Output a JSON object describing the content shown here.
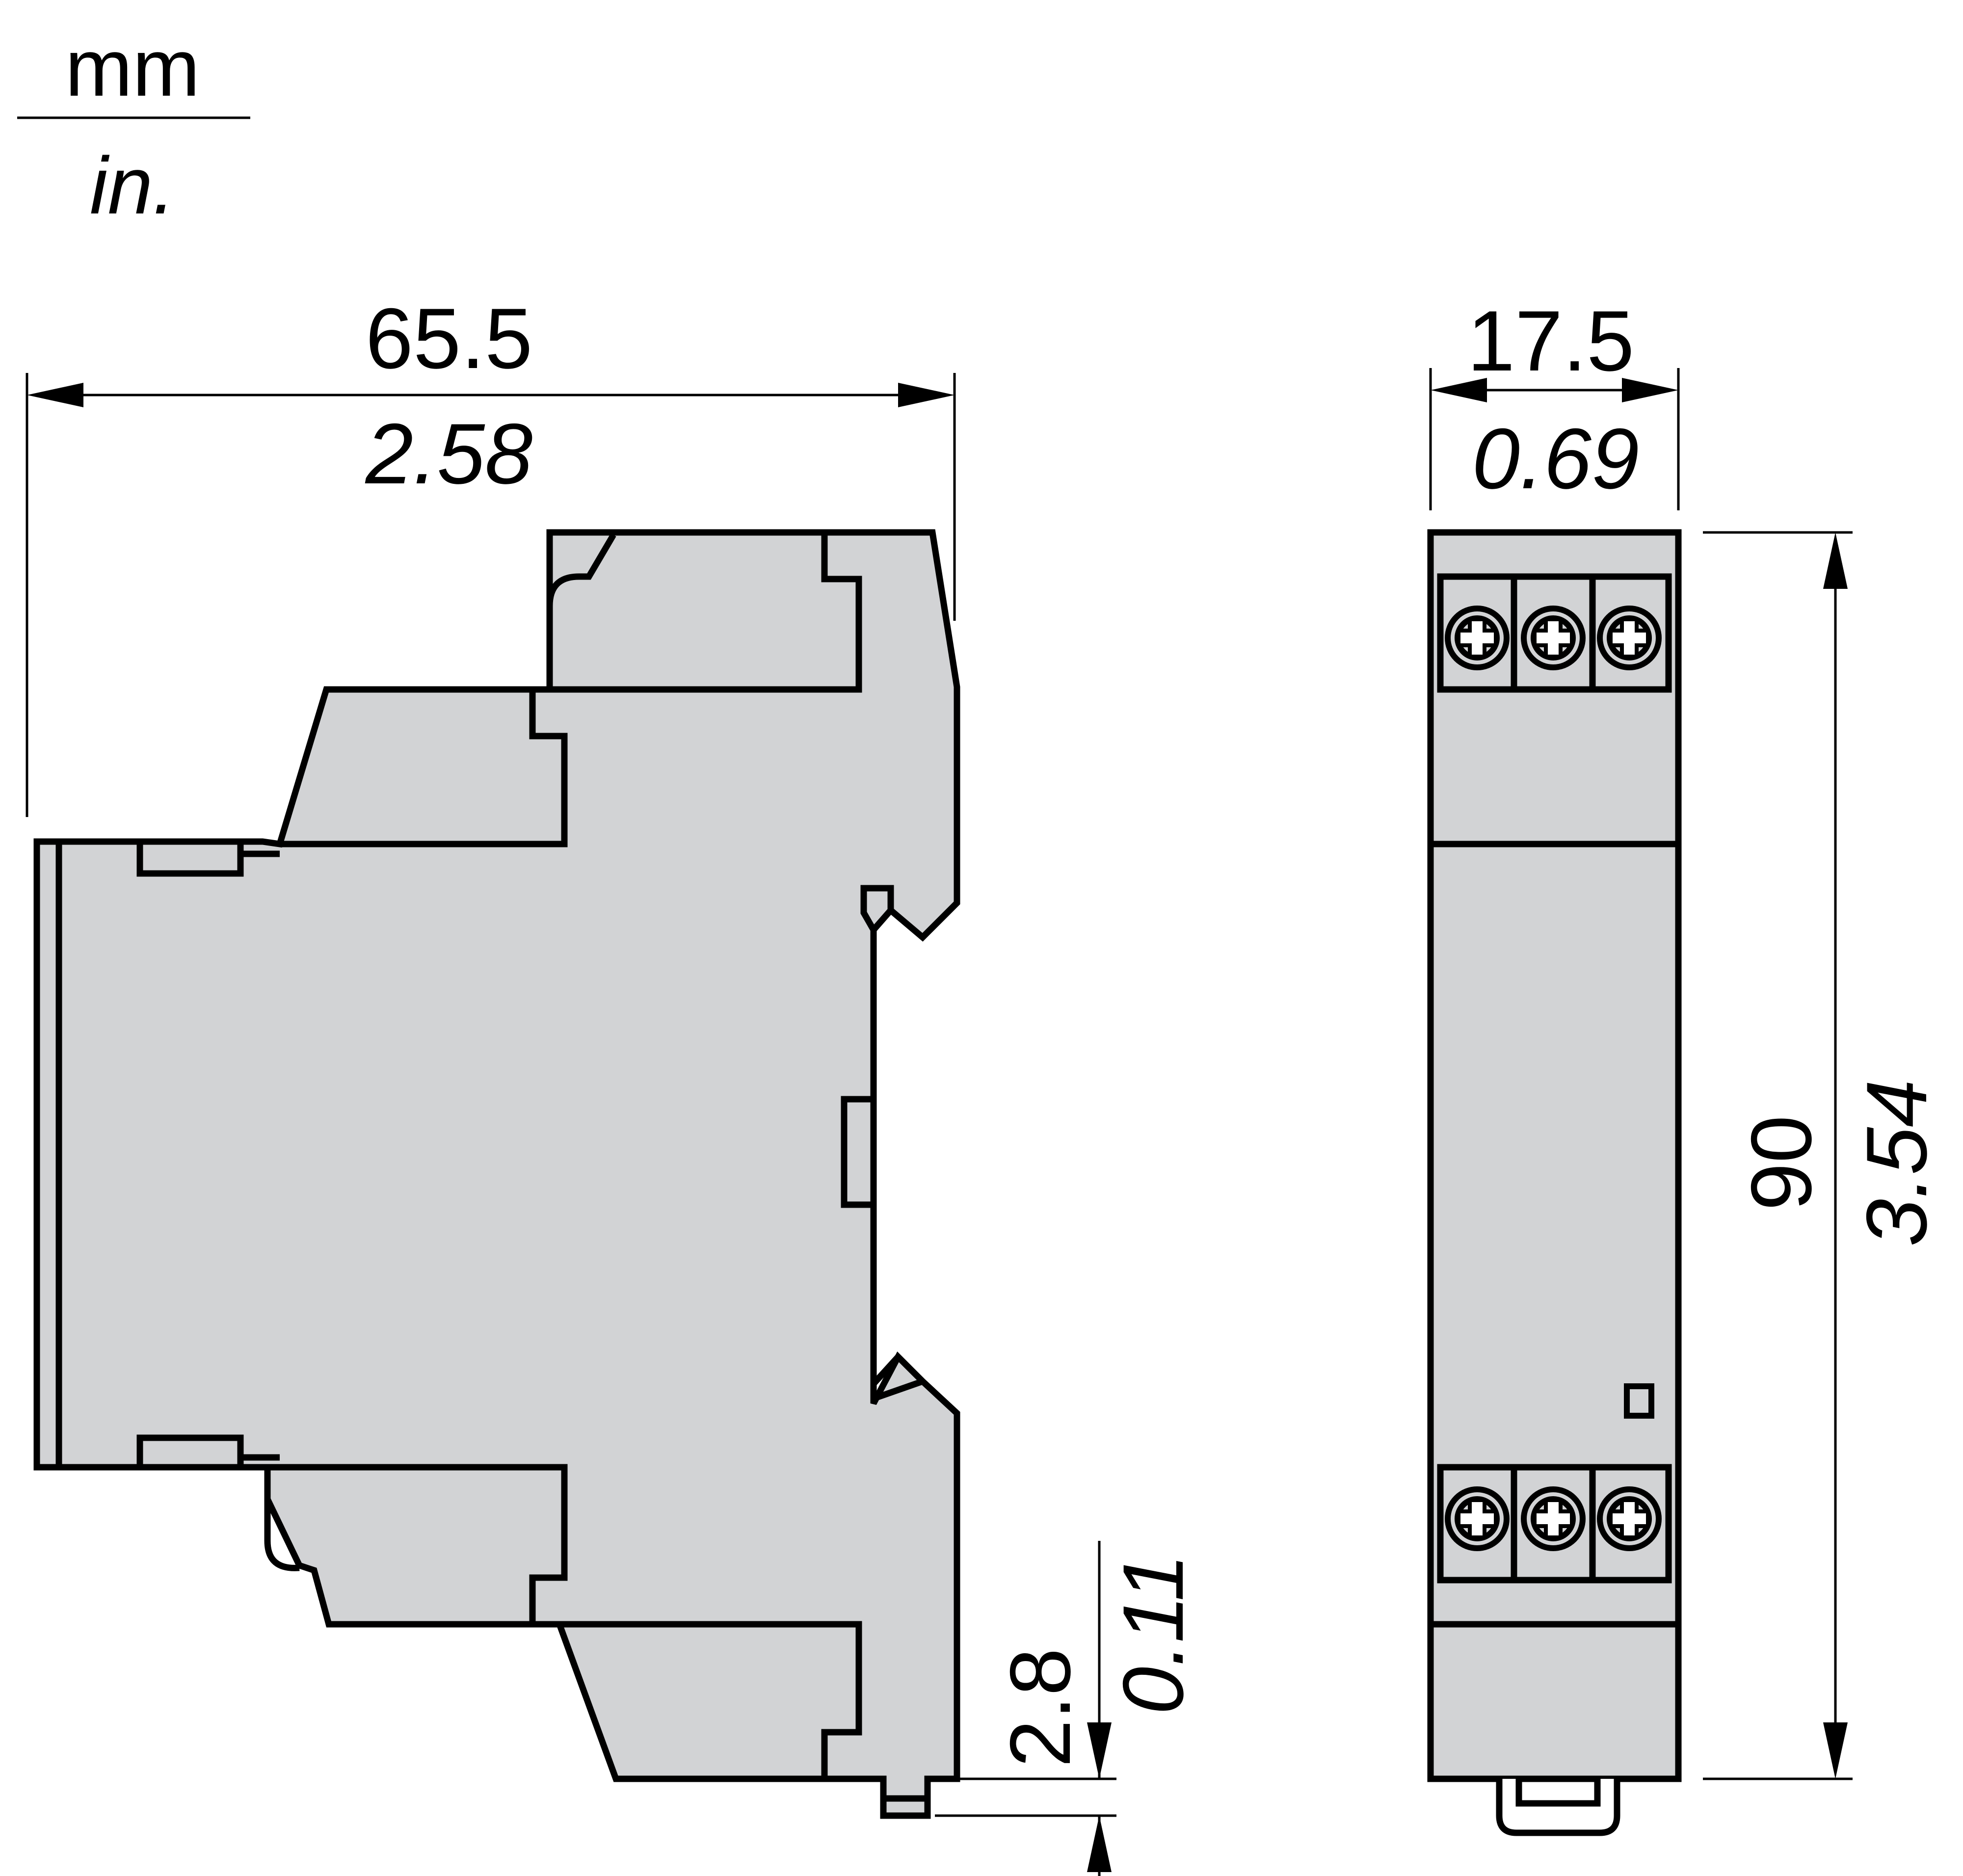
{
  "units": {
    "primary": "mm",
    "secondary": "in."
  },
  "dimensions": {
    "depth": {
      "mm": "65.5",
      "in": "2.58"
    },
    "width": {
      "mm": "17.5",
      "in": "0.69"
    },
    "height": {
      "mm": "90",
      "in": "3.54"
    },
    "rail_offset": {
      "mm": "2.8",
      "in": "0.11"
    }
  },
  "views": {
    "side": {
      "name": "side-view"
    },
    "front": {
      "name": "front-view",
      "top_terminals": 3,
      "bottom_terminals": 3
    }
  },
  "colors": {
    "body_fill": "#d2d3d5",
    "line": "#000000",
    "background": "#ffffff"
  }
}
